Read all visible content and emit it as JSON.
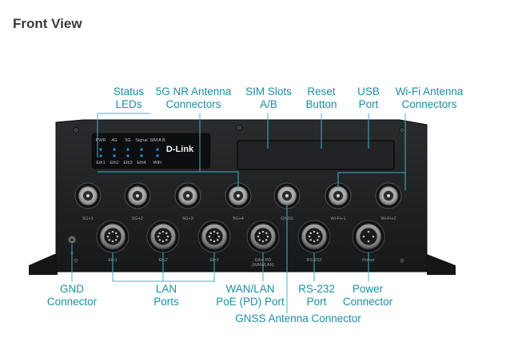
{
  "title": "Front View",
  "brand": "D-Link",
  "colors": {
    "label": "#1b8ea5",
    "line": "#3fb4c8",
    "device": "#1d1e20",
    "led": "#2a8fd8"
  },
  "top_labels": [
    {
      "id": "status-leds",
      "lines": [
        "Status",
        "LEDs"
      ]
    },
    {
      "id": "5g-nr-antenna",
      "lines": [
        "5G NR Antenna",
        "Connectors"
      ]
    },
    {
      "id": "sim-slots",
      "lines": [
        "SIM Slots",
        "A/B"
      ]
    },
    {
      "id": "reset-button",
      "lines": [
        "Reset",
        "Button"
      ]
    },
    {
      "id": "usb-port",
      "lines": [
        "USB",
        "Port"
      ]
    },
    {
      "id": "wifi-antenna",
      "lines": [
        "Wi-Fi Antenna",
        "Connectors"
      ]
    }
  ],
  "bottom_labels": [
    {
      "id": "gnd",
      "lines": [
        "GND",
        "Connector"
      ]
    },
    {
      "id": "lan",
      "lines": [
        "LAN",
        "Ports"
      ]
    },
    {
      "id": "wan-lan",
      "lines": [
        "WAN/LAN",
        "PoE (PD) Port"
      ]
    },
    {
      "id": "rs232",
      "lines": [
        "RS-232",
        "Port"
      ]
    },
    {
      "id": "power",
      "lines": [
        "Power",
        "Connector"
      ]
    },
    {
      "id": "gnss",
      "lines": [
        "GNSS Antenna Connector"
      ]
    }
  ],
  "led_top_row": [
    "PWR",
    "4G",
    "5G",
    "Signal",
    "SIM A B"
  ],
  "led_bottom_row": [
    "Eth1",
    "Eth2",
    "Eth3",
    "Eth4",
    "WiFi"
  ],
  "antenna_ports": [
    "5G+1",
    "5G+2",
    "5G+3",
    "5G+4",
    "GNSS",
    "Wi-Fi+1",
    "Wi-Fi+2"
  ],
  "lower_ports": [
    "Eth1",
    "Eth2",
    "Eth3",
    "Eth4 PD\n(WAN/LAN)",
    "RS-232",
    "Power"
  ],
  "gnd_mark": "⏚"
}
